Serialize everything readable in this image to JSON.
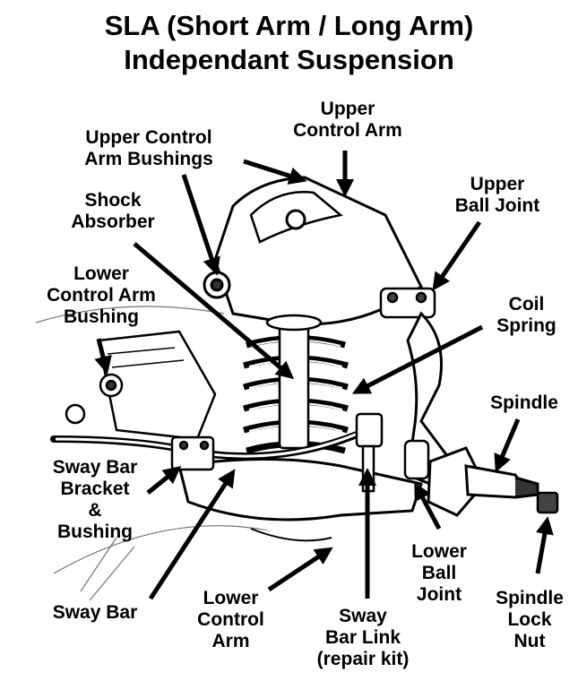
{
  "title": {
    "line1": "SLA (Short Arm / Long Arm)",
    "line2": "Independant Suspension"
  },
  "labels": {
    "upper_control_arm": [
      "Upper",
      "Control Arm"
    ],
    "upper_control_arm_bushings": [
      "Upper Control",
      "Arm Bushings"
    ],
    "shock_absorber": [
      "Shock",
      "Absorber"
    ],
    "upper_ball_joint": [
      "Upper",
      "Ball Joint"
    ],
    "lower_control_arm_bushing": [
      "Lower",
      "Control Arm",
      "Bushing"
    ],
    "coil_spring": [
      "Coil",
      "Spring"
    ],
    "spindle": [
      "Spindle"
    ],
    "sway_bar_bracket_bushing": [
      "Sway Bar",
      "Bracket",
      "&",
      "Bushing"
    ],
    "sway_bar": [
      "Sway Bar"
    ],
    "lower_control_arm": [
      "Lower",
      "Control",
      "Arm"
    ],
    "sway_bar_link": [
      "Sway",
      "Bar Link",
      "(repair kit)"
    ],
    "lower_ball_joint": [
      "Lower",
      "Ball",
      "Joint"
    ],
    "spindle_lock_nut": [
      "Spindle",
      "Lock",
      "Nut"
    ]
  }
}
